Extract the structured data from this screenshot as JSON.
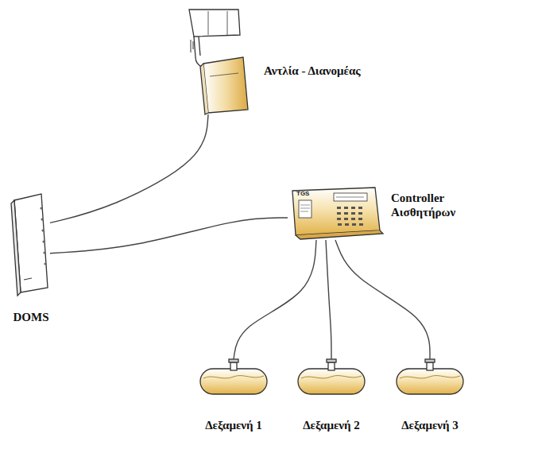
{
  "diagram": {
    "nodes": [
      {
        "text": [
          "Αντλία - Διανομέας"
        ]
      },
      {
        "text": [
          "DOMS"
        ]
      },
      {
        "text": [
          "Controller Αισθητήρων"
        ]
      },
      {
        "text": [
          "Δεξαμενή 1"
        ]
      },
      {
        "text": [
          "Δεξαμενή 2"
        ]
      },
      {
        "text": [
          "Δεξαμενή 3"
        ]
      }
    ],
    "edges": [
      {
        "from": 0,
        "to": 1,
        "arrow": "none"
      },
      {
        "from": 1,
        "to": 2,
        "arrow": "none"
      },
      {
        "from": 2,
        "to": 3,
        "arrow": "none"
      },
      {
        "from": 2,
        "to": 4,
        "arrow": "none"
      },
      {
        "from": 2,
        "to": 5,
        "arrow": "none"
      }
    ],
    "labels": [
      "TGS"
    ]
  }
}
